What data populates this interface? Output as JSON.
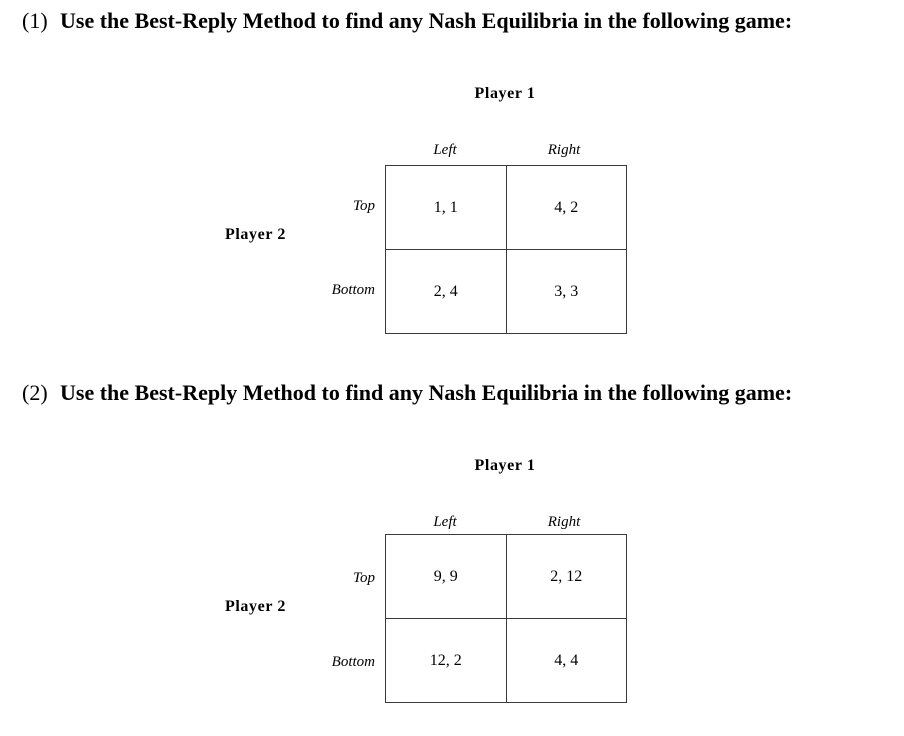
{
  "page": {
    "background": "#ffffff",
    "text_color": "#000000",
    "border_color": "#3a3a3a"
  },
  "questions": [
    {
      "number": "(1)",
      "text": "Use the Best-Reply Method to find any Nash Equilibria in the following game:",
      "game": {
        "column_player_label": "Player 1",
        "row_player_label": "Player 2",
        "column_headers": [
          "Left",
          "Right"
        ],
        "row_headers": [
          "Top",
          "Bottom"
        ],
        "cells": [
          [
            "1, 1",
            "4, 2"
          ],
          [
            "2, 4",
            "3, 3"
          ]
        ]
      }
    },
    {
      "number": "(2)",
      "text": "Use the Best-Reply Method to find any Nash Equilibria in the following game:",
      "game": {
        "column_player_label": "Player 1",
        "row_player_label": "Player 2",
        "column_headers": [
          "Left",
          "Right"
        ],
        "row_headers": [
          "Top",
          "Bottom"
        ],
        "cells": [
          [
            "9, 9",
            "2, 12"
          ],
          [
            "12, 2",
            "4, 4"
          ]
        ]
      }
    }
  ]
}
